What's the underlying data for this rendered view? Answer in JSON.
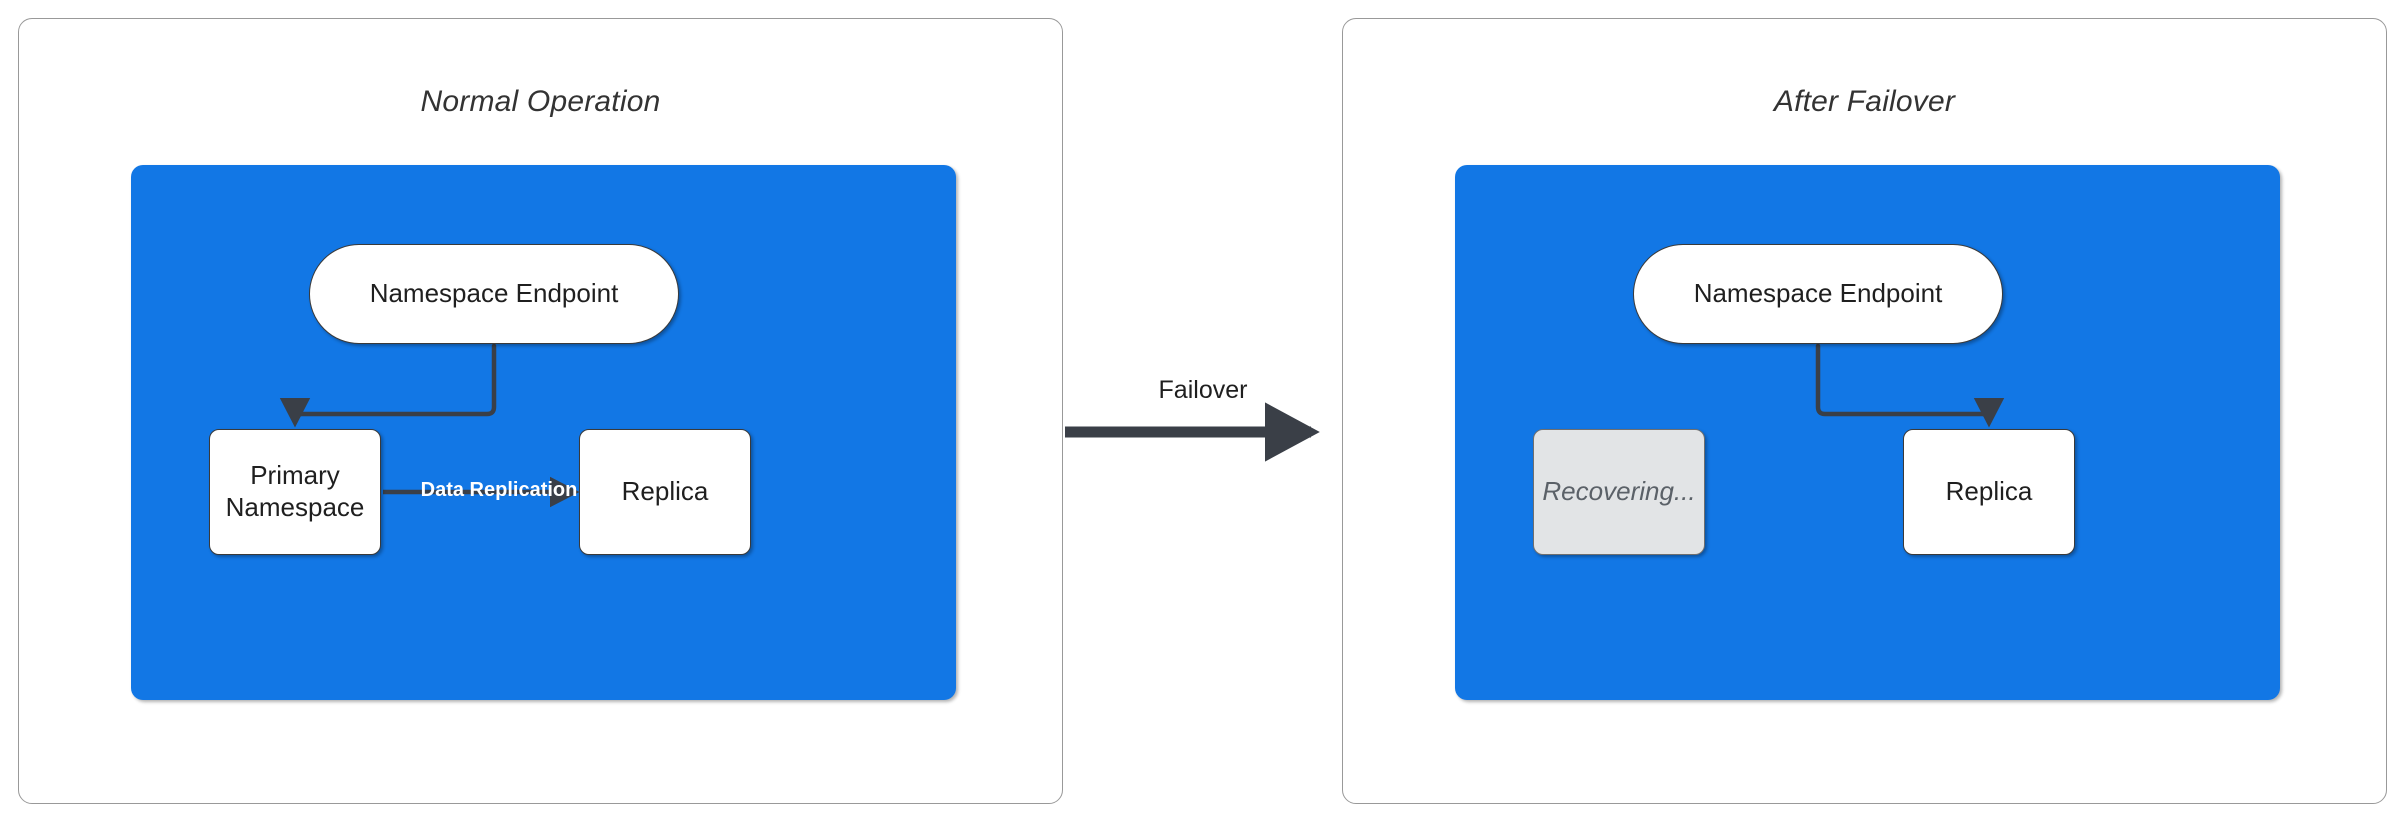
{
  "diagram": {
    "title_hidden": "",
    "colors": {
      "region_blue": "#1277E5",
      "node_fill": "#FFFFFF",
      "node_stroke": "#3A3A3A",
      "dim_node_fill": "#E2E4E6",
      "dim_node_text": "#5B6168",
      "panel_border": "#999999",
      "connector": "#3A3F47",
      "replication_label": "#FFFFFF",
      "title_text": "#333333"
    },
    "panels": [
      {
        "id": "normal-operation",
        "title": "Normal Operation",
        "nodes": [
          {
            "id": "endpoint",
            "label": "Namespace Endpoint",
            "shape": "pill",
            "state": "active"
          },
          {
            "id": "primary",
            "label": "Primary\nNamespace",
            "label_line1": "Primary",
            "label_line2": "Namespace",
            "shape": "rect",
            "state": "active"
          },
          {
            "id": "replica",
            "label": "Replica",
            "shape": "rect",
            "state": "active"
          }
        ],
        "edges": [
          {
            "id": "endpoint-to-primary",
            "from": "endpoint",
            "to": "primary",
            "label": "",
            "style": "elbow-left-down",
            "arrow": true
          },
          {
            "id": "primary-to-replica",
            "from": "primary",
            "to": "replica",
            "label": "Data Replication",
            "style": "straight-right",
            "arrow": true
          }
        ]
      },
      {
        "id": "after-failover",
        "title": "After Failover",
        "nodes": [
          {
            "id": "endpoint",
            "label": "Namespace Endpoint",
            "shape": "pill",
            "state": "active"
          },
          {
            "id": "recovering",
            "label": "Recovering...",
            "shape": "rect",
            "state": "dimmed"
          },
          {
            "id": "replica",
            "label": "Replica",
            "shape": "rect",
            "state": "active"
          }
        ],
        "edges": [
          {
            "id": "endpoint-to-replica",
            "from": "endpoint",
            "to": "replica",
            "label": "",
            "style": "elbow-right-down",
            "arrow": true
          }
        ]
      }
    ],
    "transition": {
      "label": "Failover",
      "direction": "left-to-right",
      "arrow": true
    }
  }
}
